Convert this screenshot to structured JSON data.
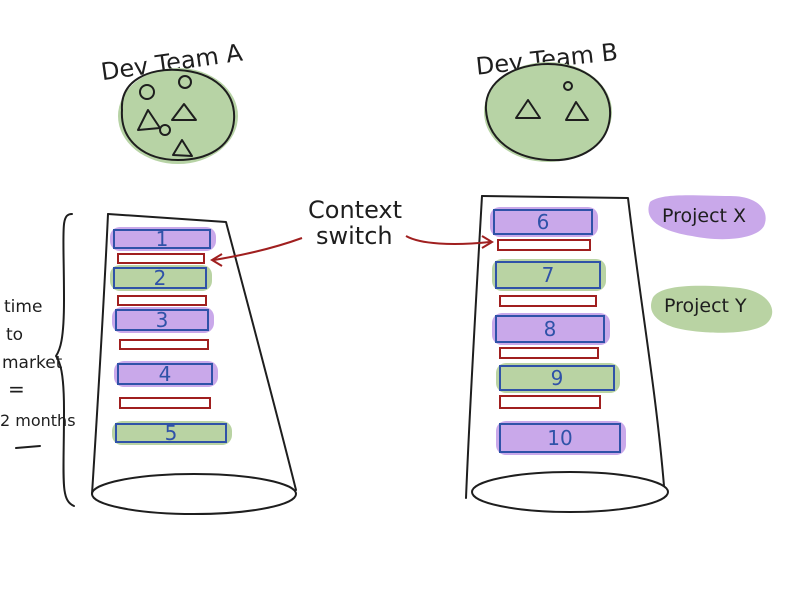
{
  "teams": [
    {
      "label": "Dev Team A",
      "projects": [
        "X",
        "Y",
        "X",
        "X",
        "Y"
      ]
    },
    {
      "label": "Dev Team B",
      "projects": [
        "X",
        "Y",
        "X",
        "Y",
        "X"
      ]
    }
  ],
  "tasks_a": [
    "1",
    "2",
    "3",
    "4",
    "5"
  ],
  "tasks_b": [
    "6",
    "7",
    "8",
    "9",
    "10"
  ],
  "context_switch_label": {
    "line1": "Context",
    "line2": "switch"
  },
  "time_to_market": {
    "line1": "time",
    "line2": "to",
    "line3": "market",
    "line4": "=",
    "line5": "2 months"
  },
  "legend": {
    "project_x": "Project X",
    "project_y": "Project Y"
  },
  "colors": {
    "project_x": "#c9a8ea",
    "project_y": "#b9d3a3",
    "task_border": "#2f52a8",
    "context_switch": "#a01f1f",
    "team_face": "#b7d3a5"
  }
}
